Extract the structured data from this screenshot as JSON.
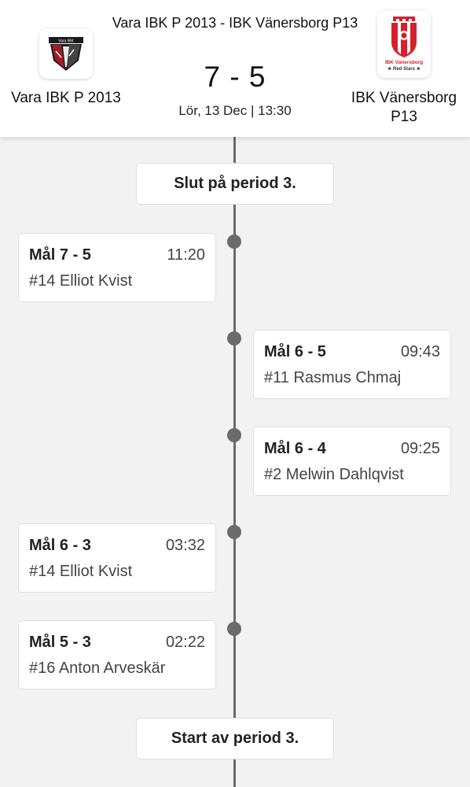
{
  "match": {
    "title": "Vara IBK P 2013 - IBK Vänersborg P13",
    "score": "7 - 5",
    "datetime": "Lör, 13 Dec | 13:30"
  },
  "home_team": {
    "name": "Vara IBK P 2013",
    "logo_text": "Vara IBK"
  },
  "away_team": {
    "name": "IBK Vänersborg P13",
    "logo_text_1": "IBK Vänersborg",
    "logo_text_2": "★ Red Stars ★"
  },
  "timeline": {
    "period_end": "Slut på period 3.",
    "period_start": "Start av period 3.",
    "events": [
      {
        "side": "left",
        "title": "Mål 7 - 5",
        "time": "11:20",
        "player": "#14 Elliot Kvist"
      },
      {
        "side": "right",
        "title": "Mål 6 - 5",
        "time": "09:43",
        "player": "#11 Rasmus Chmaj"
      },
      {
        "side": "right",
        "title": "Mål 6 - 4",
        "time": "09:25",
        "player": "#2 Melwin Dahlqvist"
      },
      {
        "side": "left",
        "title": "Mål 6 - 3",
        "time": "03:32",
        "player": "#14 Elliot Kvist"
      },
      {
        "side": "left",
        "title": "Mål 5 - 3",
        "time": "02:22",
        "player": "#16 Anton Arveskär"
      }
    ]
  },
  "colors": {
    "timeline": "#6b6b6b",
    "away_red": "#d6202c",
    "home_dark": "#1a1a1a"
  }
}
